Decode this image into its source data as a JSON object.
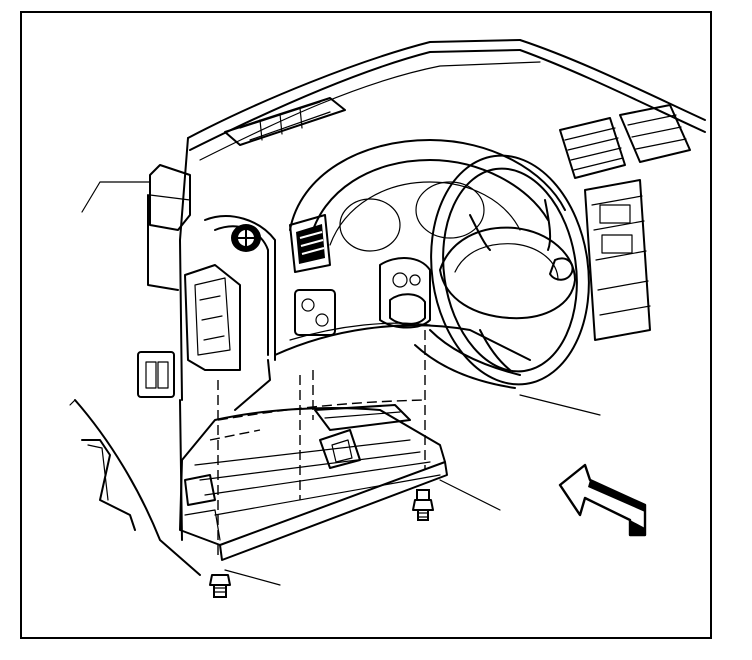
{
  "diagram": {
    "colors": {
      "ink": "#000000",
      "paper": "#ffffff"
    },
    "parts": [
      {
        "id": "instrument-panel",
        "label": ""
      },
      {
        "id": "steering-wheel",
        "label": ""
      },
      {
        "id": "knee-bolster-panel",
        "label": ""
      },
      {
        "id": "fastener-left",
        "label": ""
      },
      {
        "id": "fastener-right",
        "label": ""
      }
    ],
    "callouts": [
      {
        "id": "leader-upper-left"
      },
      {
        "id": "leader-left"
      },
      {
        "id": "leader-bottom"
      },
      {
        "id": "leader-right-1"
      },
      {
        "id": "leader-right-2"
      }
    ],
    "direction_arrow": {
      "icon": "forward-view-arrow-icon"
    }
  }
}
